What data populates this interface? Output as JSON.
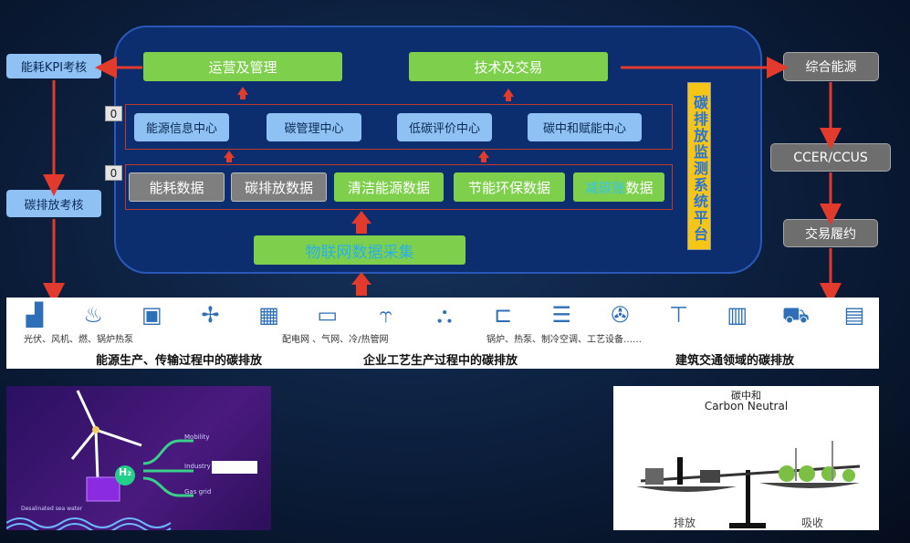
{
  "platform": {
    "top_boxes": [
      "运营及管理",
      "技术及交易"
    ],
    "centers": [
      "能源信息中心",
      "碳管理中心",
      "低碳评价中心",
      "碳中和赋能中心"
    ],
    "data_boxes": [
      "能耗数据",
      "碳排放数据",
      "清洁能源数据",
      "节能环保数据"
    ],
    "carbon_ledger": {
      "highlight": "减碳账",
      "rest": "数据"
    },
    "iot": "物联网数据采集",
    "counters": [
      "0",
      "0"
    ],
    "vertical_title": "碳排放监测系统平台"
  },
  "left": {
    "kpi": "能耗KPI考核",
    "carbon": "碳排放考核"
  },
  "right": {
    "energy": "综合能源",
    "ccer": "CCER/CCUS",
    "trade": "交易履约"
  },
  "strip": {
    "labels_small": [
      "光伏、风机、燃、锅炉热泵",
      "配电网 、气网、冷/热管网",
      "锅炉、热泵、制冷空调、工艺设备……"
    ],
    "labels_bold": [
      "能源生产、传输过程中的碳排放",
      "企业工艺生产过程中的碳排放",
      "建筑交通领域的碳排放"
    ],
    "icons": [
      "factory-icon",
      "flame-icon",
      "boiler-icon",
      "wind-turbine-icon",
      "solar-panel-icon",
      "battery-icon",
      "pipe-icon",
      "network-icon",
      "pipeline-icon",
      "furnace-icon",
      "fan-icon",
      "valve-icon",
      "building-icon",
      "car-icon",
      "bus-icon"
    ]
  },
  "hydrogen": {
    "h2": "H₂",
    "mobility": "Mobility",
    "industry": "Industry",
    "gas_grid": "Gas grid",
    "sea_water": "Desalinated sea water"
  },
  "neutral": {
    "title_cn": "碳中和",
    "title_en": "Carbon Neutral",
    "emit": "排放",
    "absorb": "吸收"
  },
  "colors": {
    "green": "#7ed04c",
    "blue": "#8fc1f4",
    "gray": "#7f7f7f",
    "arrow": "#e23a2c",
    "platform": "#0d2e6e"
  }
}
